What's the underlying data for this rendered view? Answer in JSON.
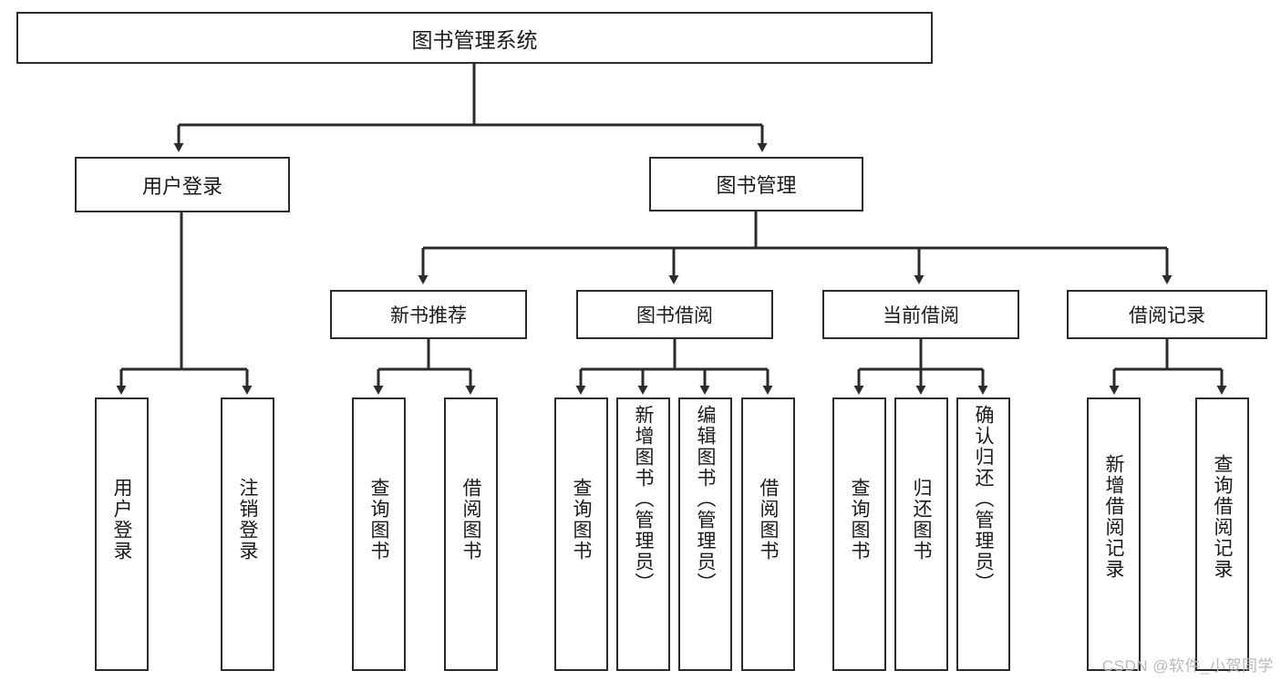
{
  "diagram": {
    "title": "图书管理系统",
    "type": "tree-hierarchy-chart",
    "root": {
      "label": "图书管理系统"
    },
    "level1": [
      {
        "label": "用户登录"
      },
      {
        "label": "图书管理"
      }
    ],
    "level2": [
      {
        "label": "新书推荐"
      },
      {
        "label": "图书借阅"
      },
      {
        "label": "当前借阅"
      },
      {
        "label": "借阅记录"
      }
    ],
    "leaves": {
      "user_login": [
        {
          "label": "用户登录"
        },
        {
          "label": "注销登录"
        }
      ],
      "new_book_recommend": [
        {
          "label": "查询图书"
        },
        {
          "label": "借阅图书"
        }
      ],
      "book_borrow": [
        {
          "label": "查询图书"
        },
        {
          "label": "新增图书（管理员）"
        },
        {
          "label": "编辑图书（管理员）"
        },
        {
          "label": "借阅图书"
        }
      ],
      "current_borrow": [
        {
          "label": "查询图书"
        },
        {
          "label": "归还图书"
        },
        {
          "label": "确认归还（管理员）"
        }
      ],
      "borrow_record": [
        {
          "label": "新增借阅记录"
        },
        {
          "label": "查询借阅记录"
        }
      ]
    }
  },
  "watermark": {
    "text": "CSDN @软件_小贺同学"
  },
  "colors": {
    "line": "#2b2b2b",
    "box_border": "#2b2b2b",
    "box_fill": "#ffffff",
    "text": "#1a1a1a",
    "watermark": "#b9b9b9"
  }
}
